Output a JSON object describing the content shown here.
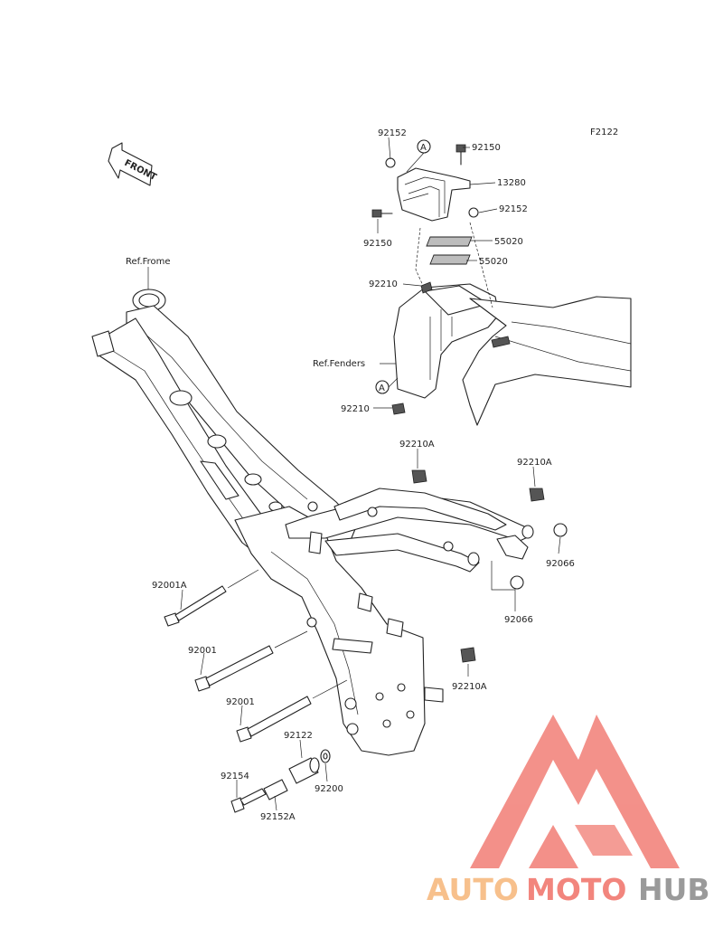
{
  "figure_code": "F2122",
  "front_label": "FRONT",
  "refs": {
    "frame": "Ref.Frome",
    "fenders": "Ref.Fenders"
  },
  "circle_marker": "A",
  "parts": {
    "p92152_top": "92152",
    "p92150_top": "92150",
    "p13280": "13280",
    "p92152_mid": "92152",
    "p92150_left": "92150",
    "p55020_a": "55020",
    "p55020_b": "55020",
    "p92210_a": "92210",
    "p92210_b": "92210",
    "p92210A_top": "92210A",
    "p92210A_right": "92210A",
    "p92066_a": "92066",
    "p92066_b": "92066",
    "p92001A": "92001A",
    "p92001_a": "92001",
    "p92001_b": "92001",
    "p92210A_low": "92210A",
    "p92122": "92122",
    "p92200": "92200",
    "p92154": "92154",
    "p92152A": "92152A"
  },
  "watermark": {
    "part1": "AUTO",
    "part2": "MOTO",
    "part3": "HUB"
  },
  "colors": {
    "watermark_orange": "#f7c08c",
    "watermark_red": "#f2857d",
    "watermark_gray": "#9a9a9a",
    "line": "#222222"
  }
}
